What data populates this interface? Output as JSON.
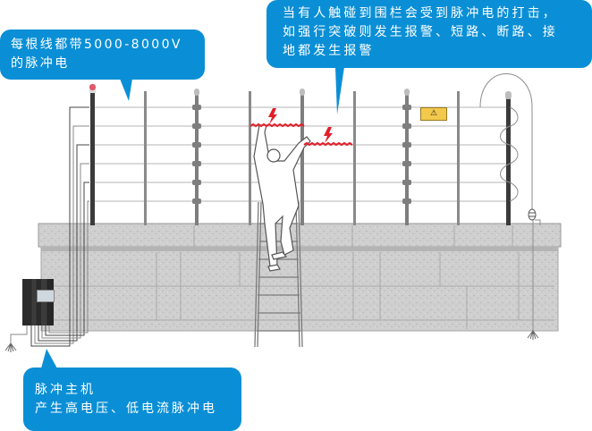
{
  "callouts": {
    "voltage": {
      "lines": [
        "每根线都带5000-8000V",
        "的脉冲电"
      ]
    },
    "alarm": {
      "lines": [
        "当有人触碰到围栏会受到脉冲电的打击，",
        "如强行突破则发生报警、短路、断路、接",
        "地都发生报警"
      ]
    },
    "host": {
      "lines": [
        "脉冲主机",
        "产生高电压、低电流脉冲电"
      ]
    }
  },
  "warning_sign": {
    "symbol": "⚠"
  },
  "colors": {
    "callout_bg": "#0a8fd6",
    "callout_text": "#ffffff",
    "shock_red": "#e0202a",
    "warning_yellow": "#f2c94c",
    "wall_gray": "#c9c9c9",
    "post_dark": "#3a3a3a",
    "post_gray": "#8a8a8a",
    "wire": "#bdbdbd"
  },
  "diagram": {
    "wire_count": 6,
    "elements": [
      "pulse-host",
      "terminal-post-left",
      "terminal-post-right",
      "intermediate-posts",
      "stone-wall",
      "ladder",
      "intruder-figure",
      "shock-indicators",
      "warning-sign",
      "ground-rods"
    ]
  }
}
